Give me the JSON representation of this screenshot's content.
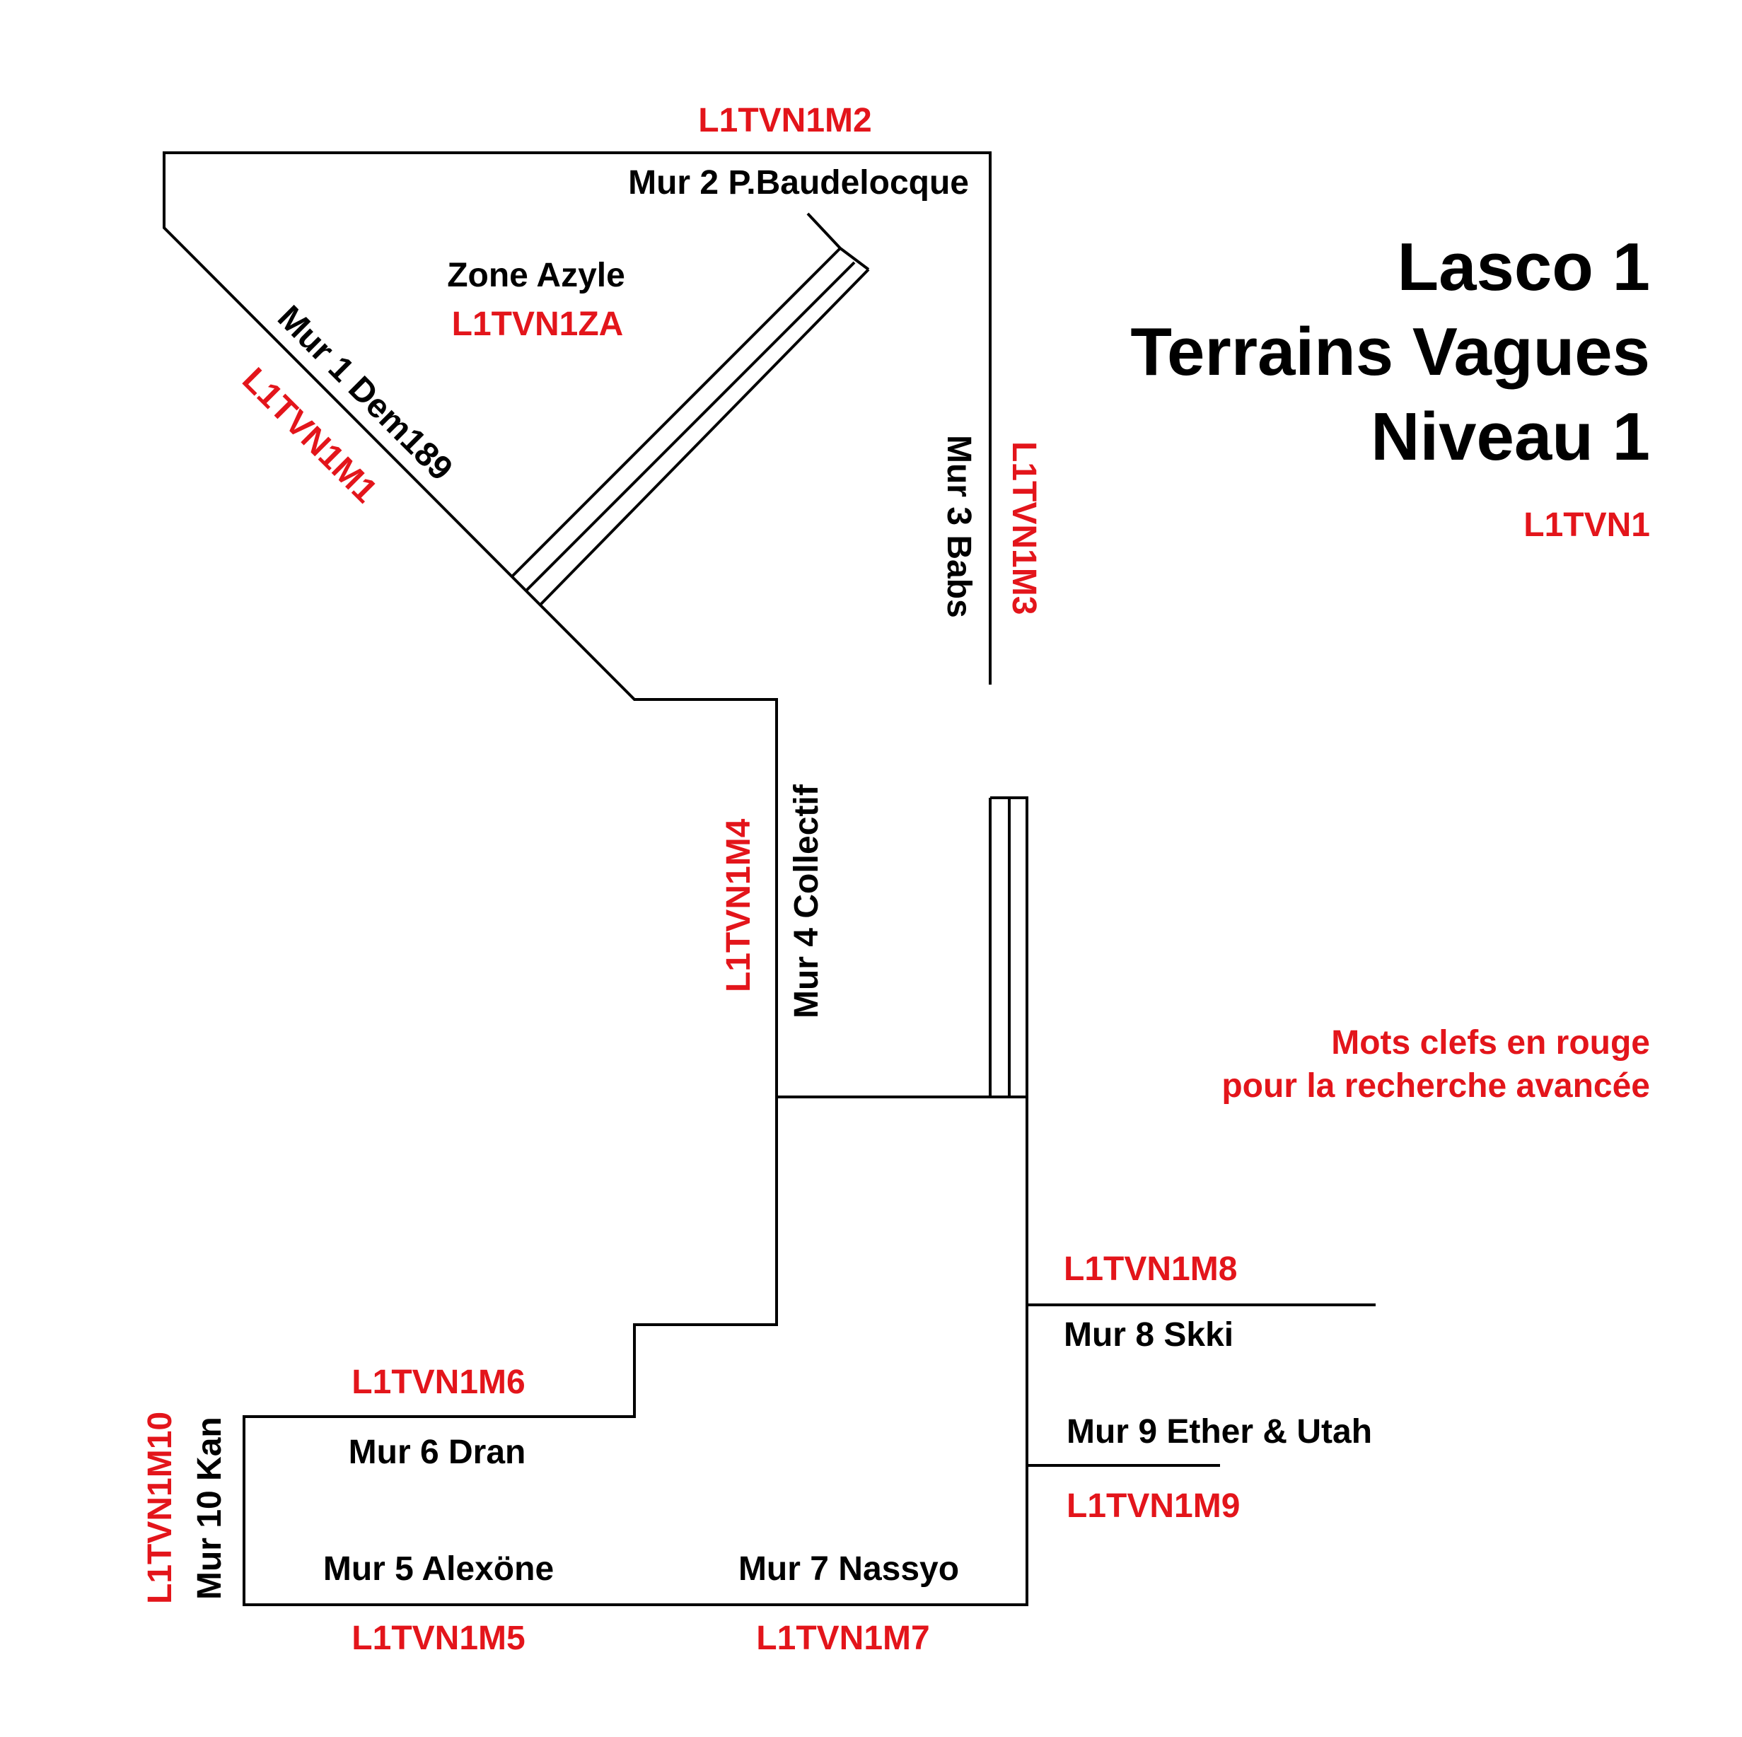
{
  "title": {
    "line1": "Lasco 1",
    "line2": "Terrains Vagues",
    "line3": "Niveau 1",
    "code": "L1TVN1"
  },
  "legend": {
    "line1": "Mots clefs en rouge",
    "line2": "pour la recherche avancée"
  },
  "zone": {
    "name": "Zone Azyle",
    "code": "L1TVN1ZA"
  },
  "walls": {
    "m1": {
      "name": "Mur 1 Dem189",
      "code": "L1TVN1M1"
    },
    "m2": {
      "name": "Mur 2 P.Baudelocque",
      "code": "L1TVN1M2"
    },
    "m3": {
      "name": "Mur 3 Babs",
      "code": "L1TVN1M3"
    },
    "m4": {
      "name": "Mur 4 Collectif",
      "code": "L1TVN1M4"
    },
    "m5": {
      "name": "Mur 5 Alexöne",
      "code": "L1TVN1M5"
    },
    "m6": {
      "name": "Mur 6 Dran",
      "code": "L1TVN1M6"
    },
    "m7": {
      "name": "Mur 7 Nassyo",
      "code": "L1TVN1M7"
    },
    "m8": {
      "name": "Mur 8 Skki",
      "code": "L1TVN1M8"
    },
    "m9": {
      "name": "Mur 9 Ether & Utah",
      "code": "L1TVN1M9"
    },
    "m10": {
      "name": "Mur 10 Kan",
      "code": "L1TVN1M10"
    }
  },
  "colors": {
    "ink": "#000000",
    "keyword": "#e3151b",
    "background": "#ffffff"
  }
}
